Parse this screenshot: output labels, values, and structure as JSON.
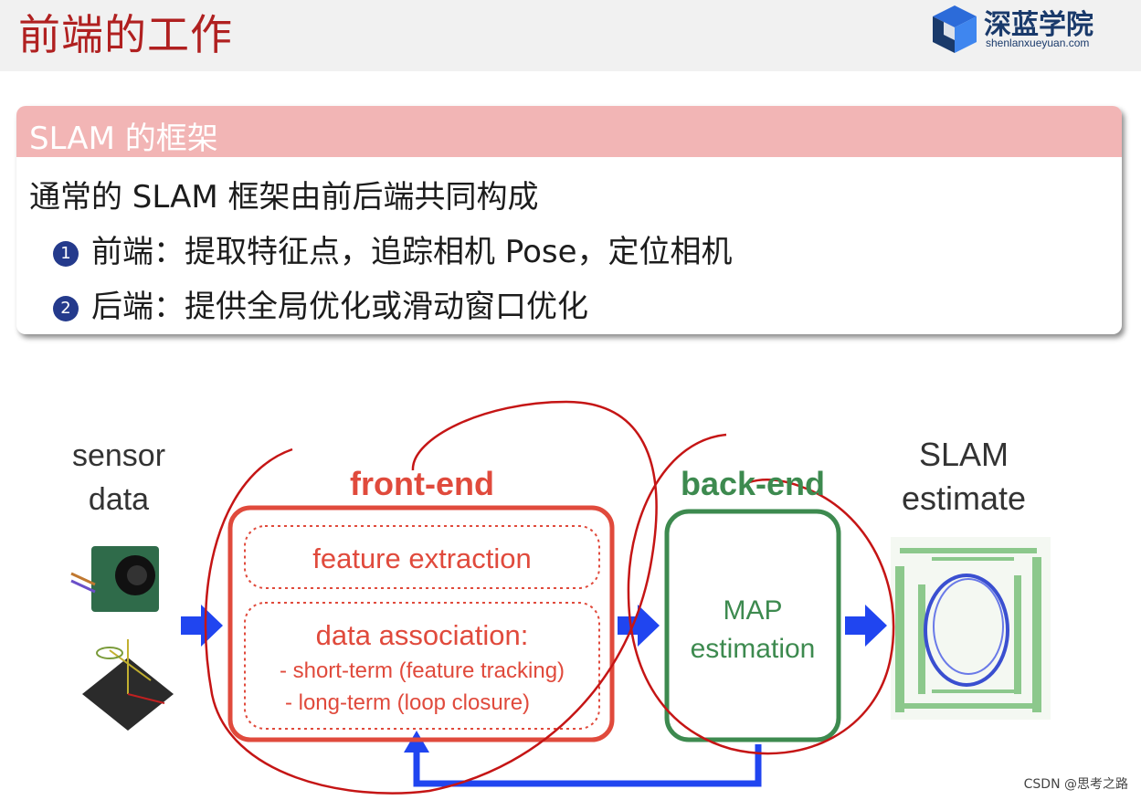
{
  "header": {
    "title": "前端的工作",
    "logo_name": "深蓝学院",
    "logo_url_text": "shenlanxueyuan.com"
  },
  "block": {
    "title": "SLAM 的框架",
    "intro": "通常的 SLAM 框架由前后端共同构成",
    "items": [
      {
        "num": "1",
        "text": "前端：提取特征点，追踪相机 Pose，定位相机"
      },
      {
        "num": "2",
        "text": "后端：提供全局优化或滑动窗口优化"
      }
    ]
  },
  "diagram": {
    "sensor_line1": "sensor",
    "sensor_line2": "data",
    "frontend_title": "front-end",
    "feature_extraction": "feature extraction",
    "data_association": "data association:",
    "short_term": "- short-term (feature tracking)",
    "long_term": "- long-term (loop closure)",
    "backend_title": "back-end",
    "map_line1": "MAP",
    "map_line2": "estimation",
    "slam_line1": "SLAM",
    "slam_line2": "estimate",
    "colors": {
      "frontend": "#e04a3c",
      "backend": "#3d8a4f",
      "arrow": "#2045f0",
      "annotation": "#c51515"
    }
  },
  "watermark": "CSDN @思考之路"
}
